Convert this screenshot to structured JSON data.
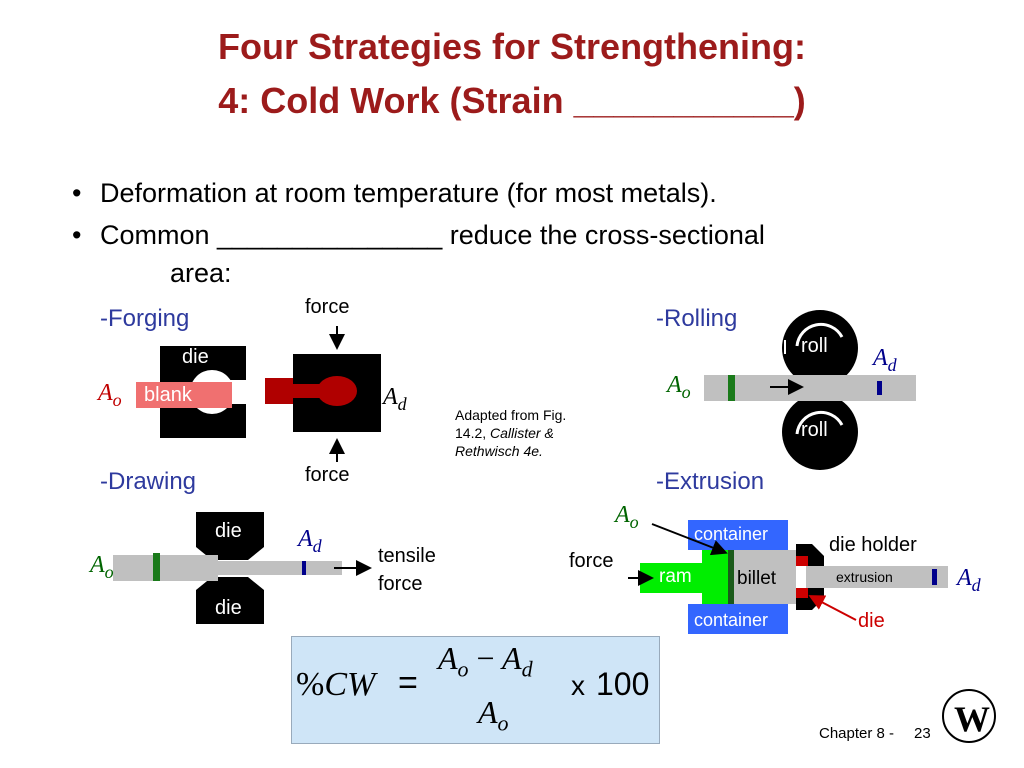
{
  "title": {
    "line1": "Four Strategies for Strengthening:",
    "line2": "4: Cold Work (Strain ___________)"
  },
  "bullets": [
    "Deformation at room temperature (for most metals).",
    "Common _______________ reduce the cross-sectional",
    "area:"
  ],
  "bullet_glyph": "•",
  "forging": {
    "label": "-Forging",
    "force": "force",
    "die": "die",
    "blank": "blank",
    "A": "A",
    "o": "o",
    "d": "d"
  },
  "rolling": {
    "label": "-Rolling",
    "roll": "roll",
    "A": "A",
    "o": "o",
    "d": "d"
  },
  "credit": {
    "line1": "Adapted from Fig.",
    "line2_prefix": "14.2, ",
    "line2_italic": "Callister &",
    "line3": "Rethwisch 4e."
  },
  "drawing": {
    "label": "-Drawing",
    "die": "die",
    "tensile1": "tensile",
    "tensile2": "force",
    "A": "A",
    "o": "o",
    "d": "d"
  },
  "extrusion": {
    "label": "-Extrusion",
    "container": "container",
    "die_holder": "die holder",
    "force": "force",
    "ram": "ram",
    "billet": "billet",
    "extrusion": "extrusion",
    "die": "die",
    "A": "A",
    "o": "o",
    "d": "d"
  },
  "formula": {
    "lhs": "%CW",
    "eq": "=",
    "num": "A",
    "sub_o": "o",
    "minus": "−",
    "sub_d": "d",
    "times": "x",
    "hundred": "100"
  },
  "footer": {
    "chapter": "Chapter 8 -",
    "page": "23"
  },
  "colors": {
    "title": "#9c1b1b",
    "process_label": "#2e3a9e",
    "A_red": "#c00000",
    "A_green": "#006400",
    "A_blue": "#00008b",
    "die_red": "#cc0000",
    "container_blue": "#3366ff",
    "ram_green": "#00ee00"
  },
  "icons": [
    "arrow-down-icon",
    "arrow-up-icon",
    "arrow-right-icon",
    "curved-arrow-icon",
    "wiley-logo-icon"
  ]
}
